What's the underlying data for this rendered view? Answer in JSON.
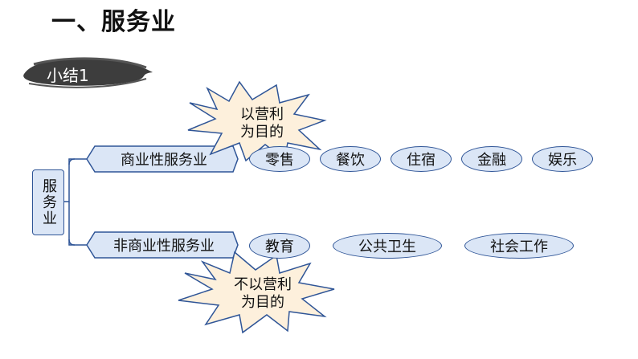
{
  "title": "一、服务业",
  "section_label": "小结1",
  "root": "服务业",
  "branches": [
    {
      "label": "商业性服务业",
      "note": "以营利为目的",
      "note_lines": [
        "以营利",
        "为目的"
      ],
      "items": [
        "零售",
        "餐饮",
        "住宿",
        "金融",
        "娱乐"
      ]
    },
    {
      "label": "非商业性服务业",
      "note": "不以营利为目的",
      "note_lines": [
        "不以营利",
        "为目的"
      ],
      "items": [
        "教育",
        "公共卫生",
        "社会工作"
      ]
    }
  ],
  "colors": {
    "box_fill": "#dbe6f6",
    "box_border": "#2f5597",
    "burst_fill": "#fdf0dc",
    "connector": "#2f5597"
  }
}
